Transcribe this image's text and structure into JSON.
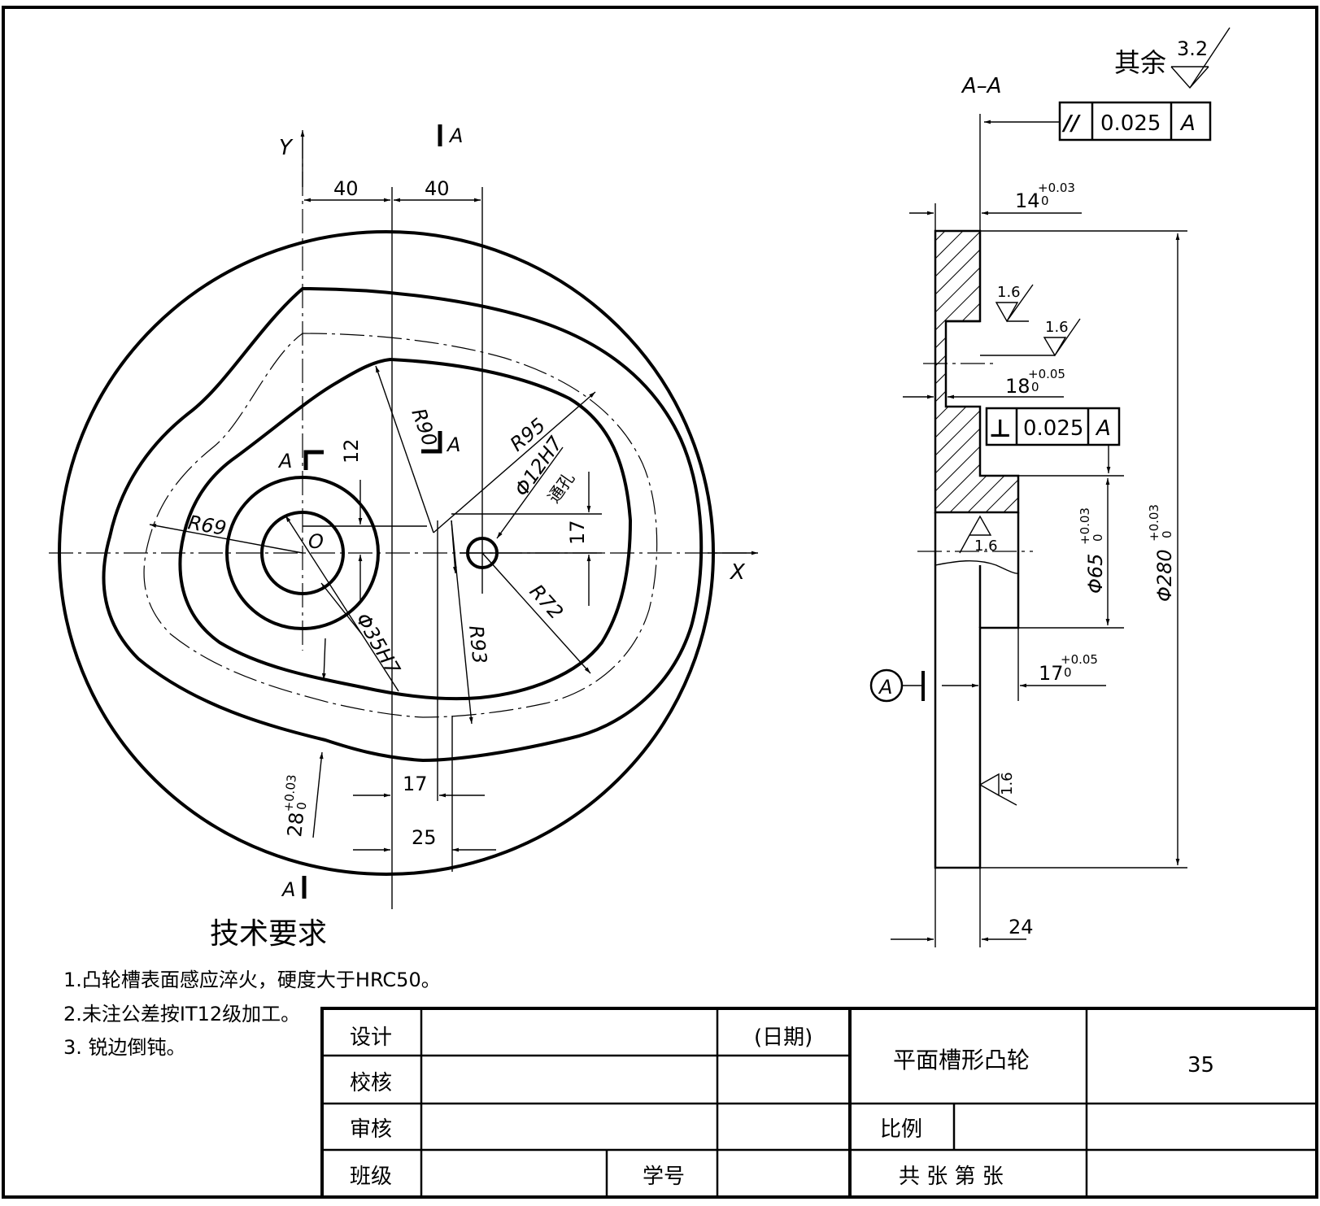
{
  "view_labels": {
    "section_title": "A–A",
    "axis_x": "X",
    "axis_y": "Y",
    "origin": "O"
  },
  "section_marks": {
    "top": "A",
    "right": "A",
    "left": "A",
    "bottom": "A"
  },
  "roughness": {
    "general_prefix": "其余",
    "general_value": "3.2",
    "local": "1.6"
  },
  "tolerance_frames": {
    "parallel": {
      "symbol": "//",
      "value": "0.025",
      "datum": "A"
    },
    "perpendicular": {
      "symbol": "⊥",
      "value": "0.025",
      "datum": "A"
    }
  },
  "datum_label": "A",
  "dimensions": {
    "d40a": "40",
    "d40b": "40",
    "d12": "12",
    "d17": "17",
    "d17b": "17",
    "d25": "25",
    "r69": "R69",
    "r90": "R90",
    "r95": "R95",
    "r72": "R72",
    "r93": "R93",
    "phi12": "Φ12H7",
    "through": "通孔",
    "phi35": "Φ35H7",
    "d28": "28",
    "d14": "14",
    "d18": "18",
    "d17c": "17",
    "d24": "24",
    "phi65": "Φ65",
    "phi280": "Φ280",
    "tol_plus_003": "+0.03",
    "tol_plus_005": "+0.05",
    "tol_zero": "0"
  },
  "tech": {
    "title": "技术要求",
    "items": [
      "1.凸轮槽表面感应淬火，硬度大于HRC50。",
      "2.未注公差按IT12级加工。",
      "3. 锐边倒钝。"
    ]
  },
  "title_block": {
    "design": "设计",
    "check": "校核",
    "review": "审核",
    "class": "班级",
    "student_no": "学号",
    "date": "(日期)",
    "part_name": "平面槽形凸轮",
    "drawing_no": "35",
    "scale": "比例",
    "sheets": "共    张    第    张"
  }
}
